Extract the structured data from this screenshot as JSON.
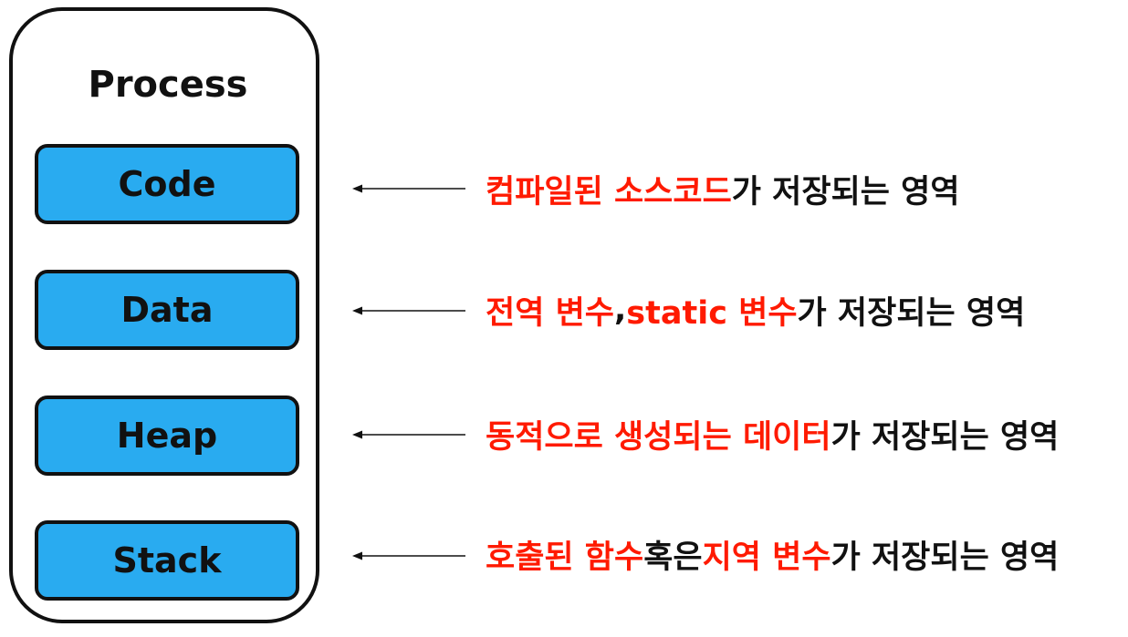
{
  "process": {
    "title": "Process",
    "segments": [
      "Code",
      "Data",
      "Heap",
      "Stack"
    ]
  },
  "descriptions": [
    [
      {
        "text": "컴파일된 소스코드",
        "hl": true
      },
      {
        "text": "가 저장되는 영역",
        "hl": false
      }
    ],
    [
      {
        "text": "전역 변수",
        "hl": true
      },
      {
        "text": ", ",
        "hl": false
      },
      {
        "text": "static 변수",
        "hl": true
      },
      {
        "text": "가 저장되는 영역",
        "hl": false
      }
    ],
    [
      {
        "text": "동적으로 생성되는 데이터",
        "hl": true
      },
      {
        "text": "가 저장되는 영역",
        "hl": false
      }
    ],
    [
      {
        "text": "호출된 함수",
        "hl": true
      },
      {
        "text": " 혹은 ",
        "hl": false
      },
      {
        "text": "지역 변수",
        "hl": true
      },
      {
        "text": "가 저장되는 영역",
        "hl": false
      }
    ]
  ],
  "colors": {
    "segment_fill": "#29abf0",
    "highlight": "#ff1a00",
    "text": "#111111"
  }
}
